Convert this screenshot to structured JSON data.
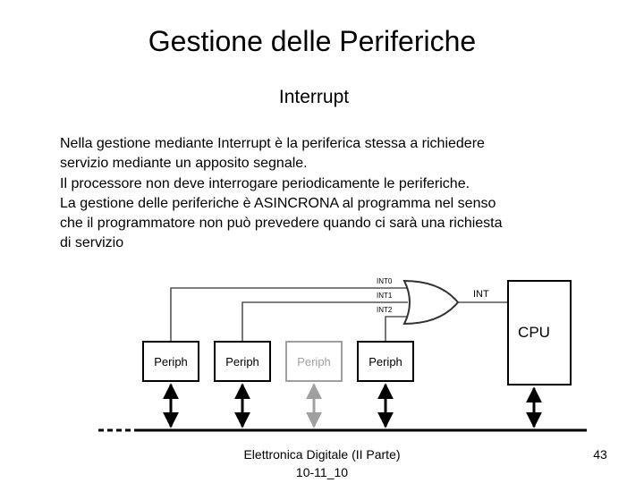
{
  "slide": {
    "title": "Gestione delle Periferiche",
    "subtitle": "Interrupt",
    "paragraph_lines": [
      "Nella gestione mediante Interrupt è la periferica stessa a richiedere",
      "servizio mediante un apposito segnale.",
      "Il processore non deve interrogare periodicamente le periferiche.",
      "La gestione delle periferiche è ASINCRONA al programma nel senso",
      "che il programmatore non può prevedere quando ci sarà una richiesta",
      "di servizio"
    ],
    "footer_line1": "Elettronica Digitale (II Parte)",
    "footer_line2": "10-11_10",
    "page_number": "43"
  },
  "diagram": {
    "signals": {
      "int0": "INT0",
      "int1": "INT1",
      "int2": "INT2",
      "int": "INT"
    },
    "cpu_label": "CPU",
    "peripherals": [
      {
        "label": "Periph",
        "state": "active"
      },
      {
        "label": "Periph",
        "state": "active"
      },
      {
        "label": "Periph",
        "state": "inactive"
      },
      {
        "label": "Periph",
        "state": "active"
      }
    ],
    "colors": {
      "active": "#000000",
      "inactive": "#a0a0a0",
      "wire": "#555555"
    }
  }
}
